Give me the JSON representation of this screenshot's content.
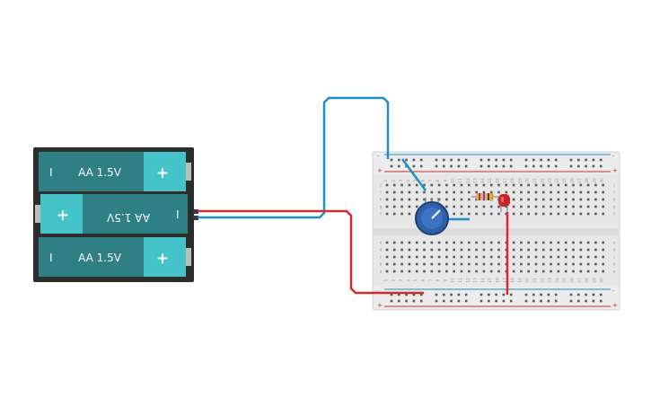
{
  "battery_pack": {
    "cells": [
      {
        "label": "AA 1.5V",
        "neg": "I",
        "pos": "+"
      },
      {
        "label": "AA 1.5V",
        "neg": "I",
        "pos": "+"
      },
      {
        "label": "AA 1.5V",
        "neg": "I",
        "pos": "+"
      }
    ]
  },
  "breadboard": {
    "rail_pos": "+",
    "rail_neg": "-",
    "row_letters_top": [
      "j",
      "i",
      "h",
      "g",
      "f"
    ],
    "row_letters_bottom": [
      "e",
      "d",
      "c",
      "b",
      "a"
    ],
    "columns": [
      "1",
      "2",
      "3",
      "4",
      "5",
      "6",
      "7",
      "8",
      "9",
      "10",
      "11",
      "12",
      "13",
      "14",
      "15",
      "16",
      "17",
      "18",
      "19",
      "20",
      "21",
      "22",
      "23",
      "24",
      "25",
      "26",
      "27",
      "28",
      "29",
      "30"
    ]
  },
  "colors": {
    "wire_red": "#d12b2b",
    "wire_blue": "#1f8fc7",
    "cell_dark": "#2f7f86",
    "cell_light": "#45c3c8",
    "battery_frame": "#2d2d2d",
    "board": "#e7e7e7",
    "led": "#c92525",
    "pot_knob": "#2f5fa8"
  }
}
